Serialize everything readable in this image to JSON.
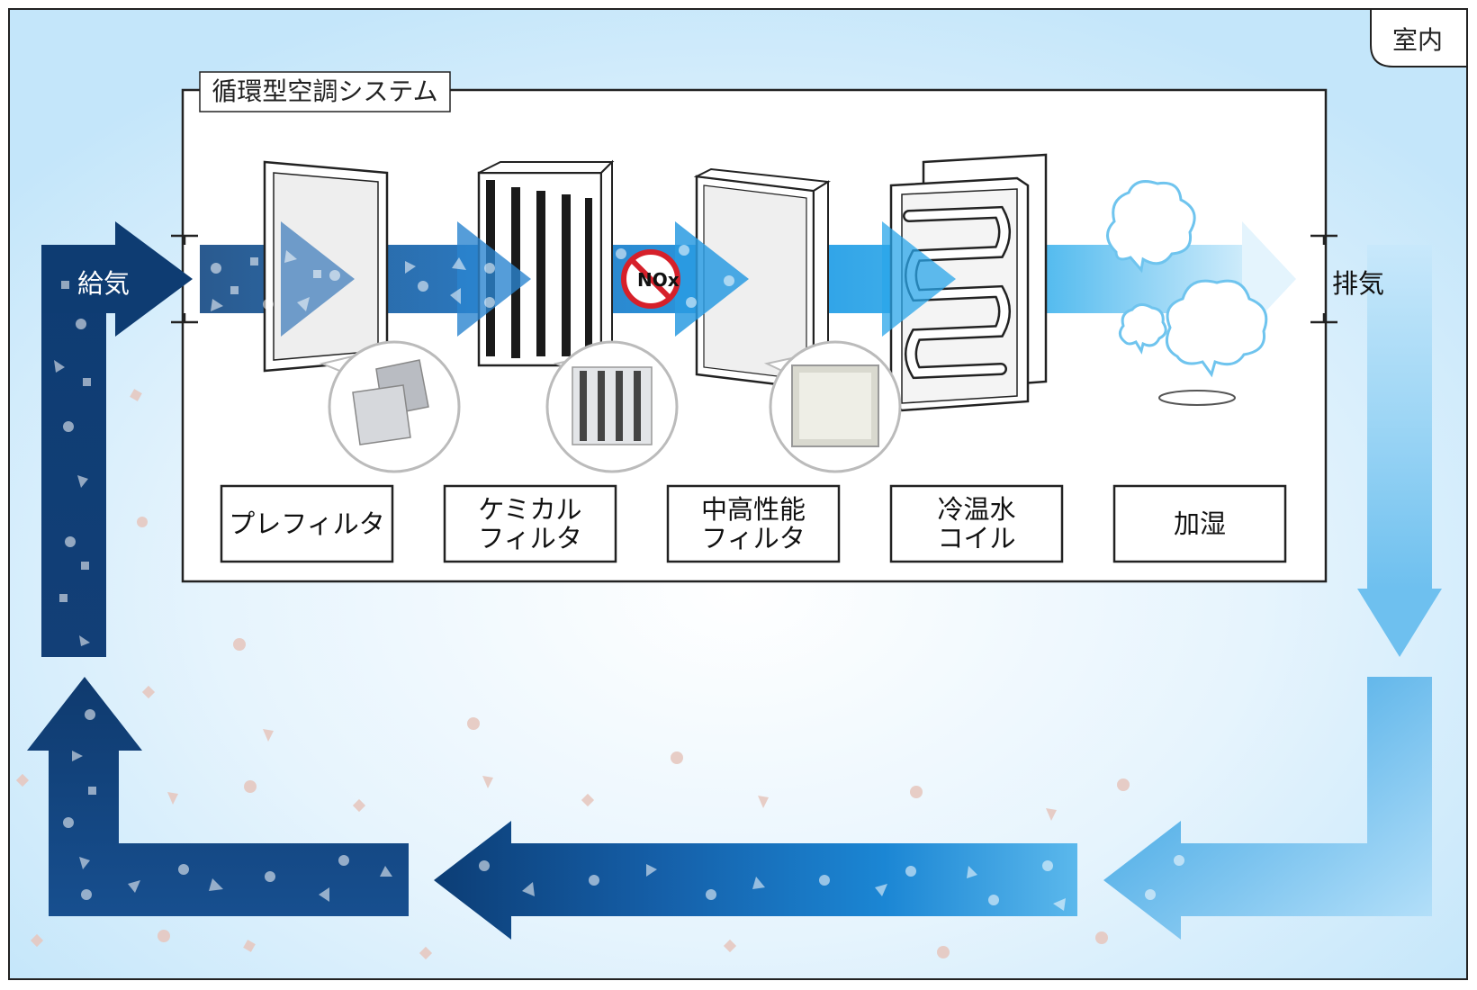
{
  "room_label": "室内",
  "system_title": "循環型空調システム",
  "supply_label": "給気",
  "exhaust_label": "排気",
  "nox_label": "NOx",
  "stages": [
    {
      "id": "prefilter",
      "lines": [
        "プレフィルタ"
      ]
    },
    {
      "id": "chemical-filter",
      "lines": [
        "ケミカル",
        "フィルタ"
      ]
    },
    {
      "id": "medium-high-filter",
      "lines": [
        "中高性能",
        "フィルタ"
      ]
    },
    {
      "id": "cold-hot-water-coil",
      "lines": [
        "冷温水",
        "コイル"
      ]
    },
    {
      "id": "humidifier",
      "lines": [
        "加湿"
      ]
    }
  ],
  "colors": {
    "dark_blue": "#0b3a70",
    "mid_blue": "#1a72c4",
    "bright_blue": "#1f9ce0",
    "light_blue": "#7cc8f0",
    "room_bg": "#c9e8fa",
    "outline": "#222222"
  }
}
